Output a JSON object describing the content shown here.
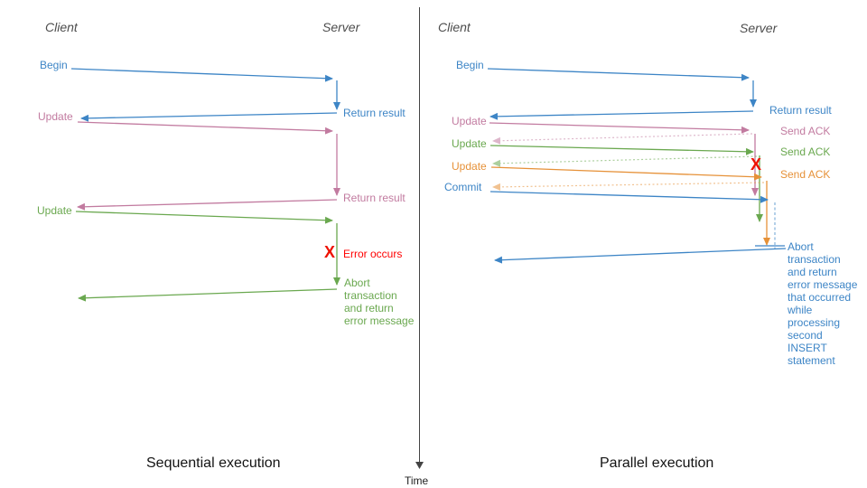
{
  "diagram": {
    "left": {
      "client": "Client",
      "server": "Server",
      "begin": "Begin",
      "return_result_1": "Return result",
      "update_1": "Update",
      "return_result_2": "Return result",
      "update_2": "Update",
      "error_x": "X",
      "error_label": "Error occurs",
      "abort_note": "Abort\ntransaction\nand return\nerror message",
      "caption": "Sequential execution"
    },
    "right": {
      "client": "Client",
      "server": "Server",
      "begin": "Begin",
      "return_result": "Return result",
      "update_1": "Update",
      "send_ack_1": "Send ACK",
      "update_2": "Update",
      "send_ack_2": "Send ACK",
      "update_3": "Update",
      "send_ack_3": "Send ACK",
      "commit": "Commit",
      "error_x": "X",
      "abort_note": "Abort\ntransaction\nand return\nerror message\nthat occurred\nwhile\nprocessing\nsecond\nINSERT\nstatement",
      "caption": "Parallel execution"
    },
    "time_axis": {
      "label": "Time"
    },
    "colors": {
      "blue": "#3d85c6",
      "pink": "#c27ba0",
      "green": "#6aa84f",
      "orange": "#e69138",
      "red": "#ee1100",
      "axis": "#444444"
    }
  }
}
